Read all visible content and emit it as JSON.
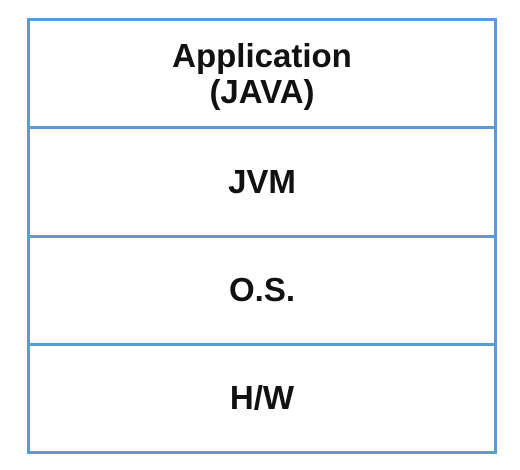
{
  "diagram": {
    "layers": [
      {
        "line1": "Application",
        "line2": "(JAVA)"
      },
      {
        "line1": "JVM"
      },
      {
        "line1": "O.S."
      },
      {
        "line1": "H/W"
      }
    ]
  },
  "colors": {
    "border": "#5b9bd5",
    "text": "#111111"
  }
}
